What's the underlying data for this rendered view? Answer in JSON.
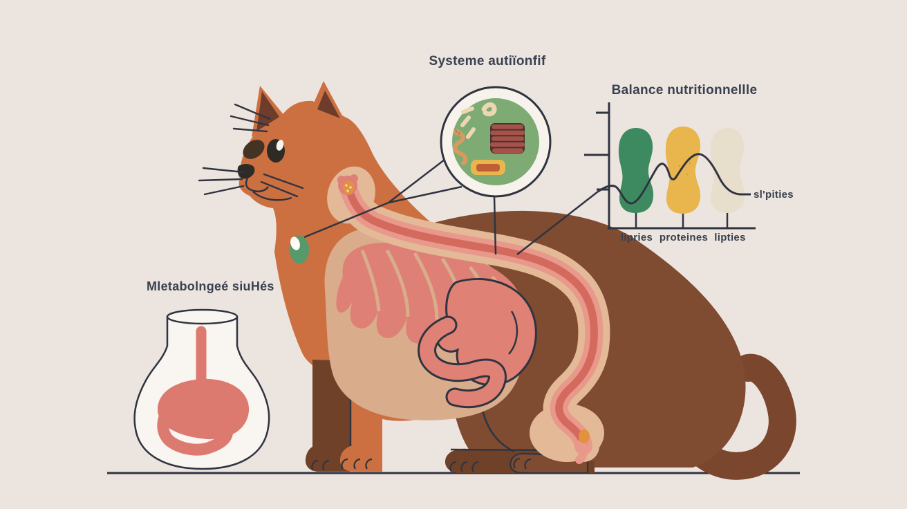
{
  "scene": {
    "background": "#ece5df",
    "line_color": "#2f3440"
  },
  "labels": {
    "main_title": "Systeme autiïonfif",
    "metabolism": "Mletabolngeé siuHés"
  },
  "palette": {
    "cat_orange": "#cd7041",
    "cat_brown_rear": "#7f4b31",
    "cat_brown_dark": "#6f4129",
    "ear_inner": "#6d3c2b",
    "belly_tan": "#d9ad8c",
    "tube_casing": "#e3b998",
    "tube_outer": "#e8998b",
    "tube_core": "#d4695d",
    "organ_pink": "#de8076",
    "stomach_pink": "#e08176",
    "flask_fill": "#f9f5f0",
    "inset_green": "#7dab73",
    "chart_green": "#3e8a60",
    "chart_yellow": "#e9b64d",
    "chart_beige": "#e7decb",
    "capsule_maroon": "#a5524a",
    "capsule_gold": "#e9b64d",
    "capsule_fill": "#bf5f38",
    "pendant_green": "#559a6b",
    "accent_orange": "#e2923f"
  },
  "icons": [
    "flask-icon",
    "stomach-icon",
    "intestine-icon",
    "magnifier-circle-icon",
    "microbe-squiggle-icon",
    "villi-stack-icon",
    "enzyme-capsule-icon",
    "collar-pendant-icon",
    "cat-illustration"
  ],
  "chart_data": {
    "type": "bar",
    "title": "Balance nutritionnellle",
    "categories": [
      "lipries",
      "proteines",
      "lipties"
    ],
    "values": [
      67,
      69,
      67
    ],
    "value_note": "blob-shaped bars are unlabeled; heights estimated as % of axis height",
    "bar_colors": [
      "#3e8a60",
      "#e9b64d",
      "#e7decb"
    ],
    "overlay_line": {
      "type": "wavy",
      "label": "sl'pities"
    },
    "axis": {
      "y_ticks": 3,
      "numeric_labels": false,
      "grid": false,
      "legend": "none"
    }
  }
}
